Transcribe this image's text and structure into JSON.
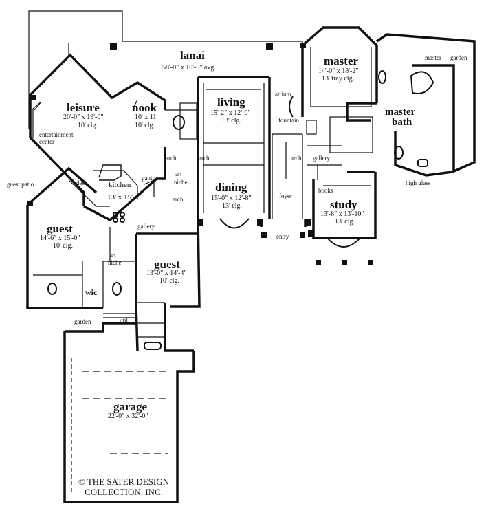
{
  "rooms": {
    "lanai": {
      "name": "lanai",
      "dims": "58'-0\" x 10'-0\" avg."
    },
    "leisure": {
      "name": "leisure",
      "dims": "20'-0\" x 19'-0\"",
      "clg": "10' clg."
    },
    "nook": {
      "name": "nook",
      "dims": "10' x 11'",
      "clg": "10' clg."
    },
    "living": {
      "name": "living",
      "dims": "15'-2\" x 12'-0\"",
      "clg": "13' clg."
    },
    "master": {
      "name": "master",
      "dims": "14'-0\" x 18'-2\"",
      "clg": "13' tray clg."
    },
    "master_bath": {
      "line1": "master",
      "line2": "bath"
    },
    "dining": {
      "name": "dining",
      "dims": "15'-0\" x 12'-8\"",
      "clg": "13' clg."
    },
    "kitchen": {
      "name": "kitchen",
      "dims": "13' x 15'"
    },
    "study": {
      "name": "study",
      "dims": "13'-8\" x 13'-10\"",
      "clg": "13' clg."
    },
    "guest1": {
      "name": "guest",
      "dims": "14'-6\" x 15'-0\"",
      "clg": "10' clg."
    },
    "guest2": {
      "name": "guest",
      "dims": "13'-0\" x 14'-4\"",
      "clg": "10' clg."
    },
    "garage": {
      "name": "garage",
      "dims": "22'-0\" x 32'-0\""
    }
  },
  "notes": {
    "entertainment": "entertainment",
    "center": "center",
    "desk": "desk",
    "guest_patio": "guest patio",
    "pantry": "pantry",
    "art_niche_1a": "art",
    "art_niche_1b": "niche",
    "art_niche_2a": "art",
    "art_niche_2b": "niche",
    "arch_1": "arch",
    "arch_2": "arch",
    "arch_3": "arch",
    "arch_4": "arch",
    "gallery_1": "gallery",
    "gallery_2": "gallery",
    "atrium": "atrium",
    "fountain": "fountain",
    "foyer": "foyer",
    "entry": "entry",
    "books": "books",
    "high_glass": "high glass",
    "master_garden_a": "master",
    "master_garden_b": "garden",
    "wic": "wic",
    "util": "util.",
    "garden": "garden"
  },
  "copyright": {
    "line1": "© THE SATER DESIGN",
    "line2": "COLLECTION, INC."
  }
}
